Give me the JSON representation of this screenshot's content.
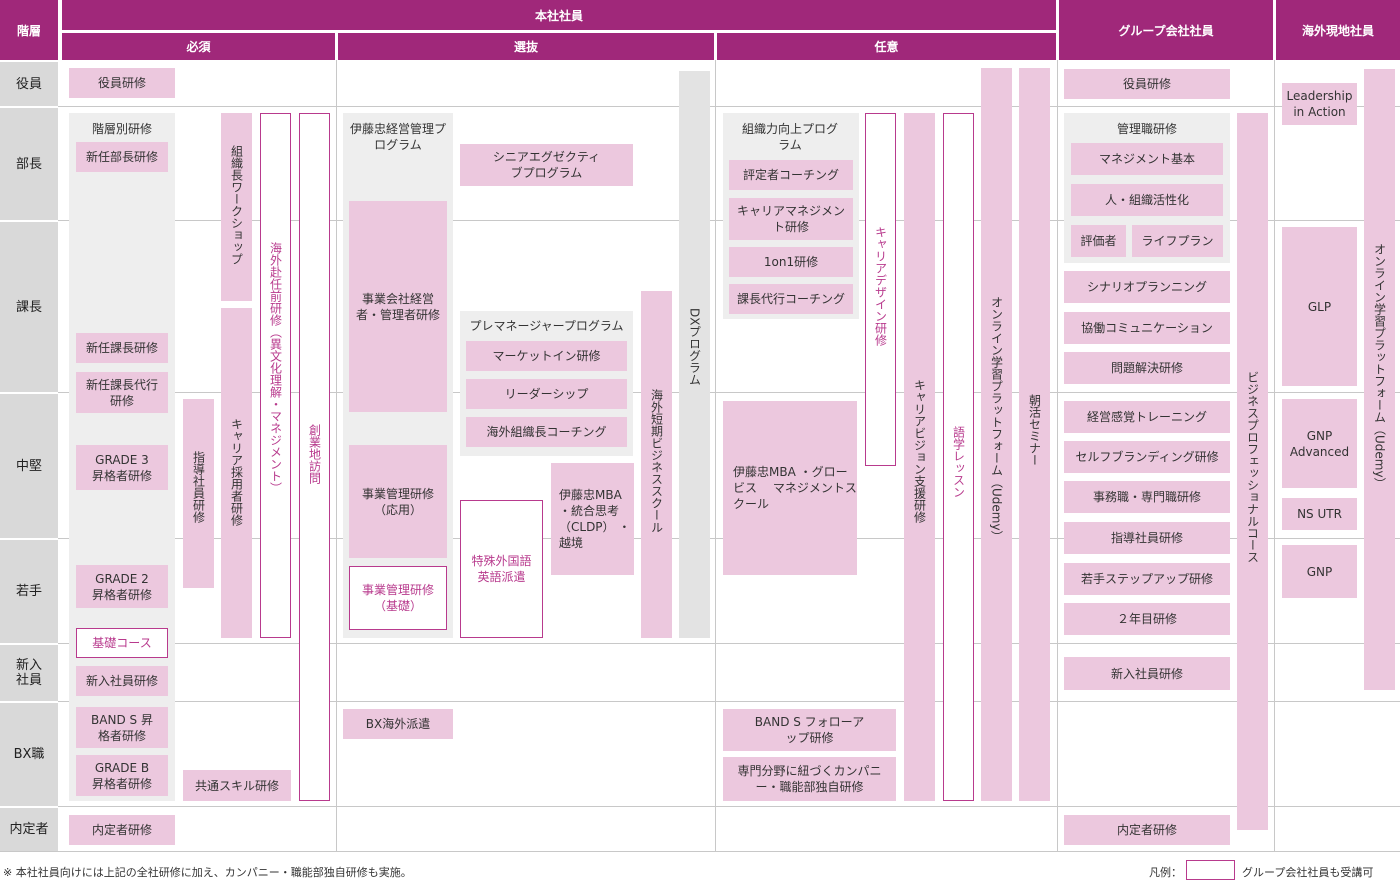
{
  "headers": {
    "level": "階層",
    "honsha": "本社社員",
    "hissu": "必須",
    "senbatsu": "選抜",
    "nini": "任意",
    "group": "グループ会社社員",
    "kaigai": "海外現地社員"
  },
  "levels": [
    "役員",
    "部長",
    "課長",
    "中堅",
    "若手",
    "新入社員",
    "BX職",
    "内定者"
  ],
  "hissu": {
    "yakuin": "役員研修",
    "kaiso_title": "階層別研修",
    "shinnin_bucho": "新任部長研修",
    "shinnin_kacho": "新任課長研修",
    "shinnin_kacho_dairi": "新任課長代行研修",
    "grade3": "GRADE 3 昇格者研修",
    "grade2": "GRADE 2 昇格者研修",
    "kiso": "基礎コース",
    "shinnyu": "新入社員研修",
    "bands": "BAND S 昇格者研修",
    "gradeb": "GRADE B 昇格者研修",
    "naitei": "内定者研修",
    "shido": "指導社員研修",
    "soshikicho": "組織長ワークショップ",
    "career_saiyo": "キャリア採用者研修",
    "kaigai_funin": "海外赴任前研修（異文化理解・マネジメント）",
    "sogyo": "創業地訪問",
    "kyotsu_skill": "共通スキル研修"
  },
  "senbatsu": {
    "itochu_keiei": "伊藤忠経営管理プログラム",
    "senior_exec": "シニアエグゼクティブプログラム",
    "jigyo_gaisha": "事業会社経営者・管理者研修",
    "jigyo_oyo": "事業管理研修（応用）",
    "jigyo_kiso": "事業管理研修（基礎）",
    "premanager_title": "プレマネージャープログラム",
    "market_in": "マーケットイン研修",
    "leadership": "リーダーシップ",
    "kaigai_soshikicho": "海外組織長コーチング",
    "tokushu": "特殊外国語英語派遣",
    "itochu_mba_cldp": "伊藤忠MBA ・統合思考（CLDP） ・越境",
    "kaigai_tanki": "海外短期ビジネススクール",
    "dx": "DXプログラム",
    "bx_haken": "BX海外派遣"
  },
  "nini": {
    "soshikiryoku_title": "組織力向上プログラム",
    "hyoteisha": "評定者コーチング",
    "career_mgmt": "キャリアマネジメント研修",
    "one_on_one": "1on1研修",
    "kacho_dairi": "課長代行コーチング",
    "career_design": "キャリアデザイン研修",
    "career_vision": "キャリアビジョン支援研修",
    "gogaku": "語学レッスン",
    "online": "オンライン学習プラットフォーム（Udemy）",
    "asakatsu": "朝活セミナー",
    "itochu_mba_globis": "伊藤忠MBA ・グロービス 　マネジメントスクール",
    "band_s_follow": "BAND S フォローアップ研修",
    "senmon": "専門分野に紐づくカンパニー・職能部独自研修"
  },
  "group": {
    "yakuin": "役員研修",
    "kanrishoku_title": "管理職研修",
    "mgmt_kihon": "マネジメント基本",
    "hito_soshiki": "人・組織活性化",
    "hyokasha": "評価者",
    "life_plan": "ライフプラン",
    "scenario": "シナリオプランニング",
    "kyodo": "協働コミュニケーション",
    "mondai": "問題解決研修",
    "keiei_kankaku": "経営感覚トレーニング",
    "self_brand": "セルフブランディング研修",
    "jimu_senmon": "事務職・専門職研修",
    "shido": "指導社員研修",
    "wakate_step": "若手ステップアップ研修",
    "nenme2": "２年目研修",
    "shinnyu": "新入社員研修",
    "naitei": "内定者研修",
    "biz_pro": "ビジネスプロフェッショナルコース"
  },
  "kaigai": {
    "leadership_action": "Leadership in Action",
    "glp": "GLP",
    "gnp_advanced": "GNP Advanced",
    "ns_utr": "NS UTR",
    "gnp": "GNP",
    "online": "オンライン学習プラットフォーム（Udemy）"
  },
  "footer": {
    "note": "※ 本社社員向けには上記の全社研修に加え、カンパニー・職能部独自研修も実施。",
    "legend_label": "凡例：",
    "legend_text": "グループ会社社員も受講可"
  },
  "colors": {
    "header": "#a0287a",
    "box": "#ecc8de",
    "outline": "#b83a8d",
    "level_bg": "#d9d9d9"
  }
}
